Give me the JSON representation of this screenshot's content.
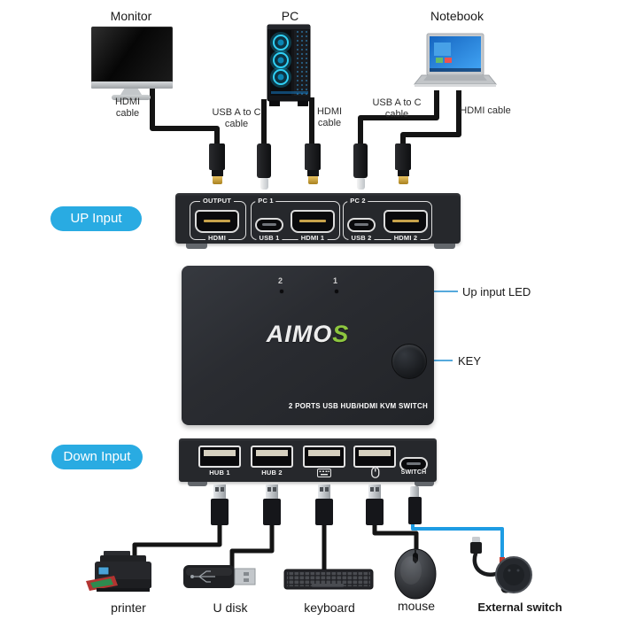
{
  "colors": {
    "badge_blue": "#29abe2",
    "callout_line_blue": "#55a9dc",
    "cable_blue": "#1e9ce3",
    "logo_green": "#8dc63f"
  },
  "top": {
    "devices": [
      {
        "label": "Monitor"
      },
      {
        "label": "PC"
      },
      {
        "label": "Notebook"
      }
    ],
    "cable_labels": [
      {
        "line1": "HDMI",
        "line2": "cable"
      },
      {
        "line1": "USB A to C",
        "line2": "cable"
      },
      {
        "line1": "HDMI",
        "line2": "cable"
      },
      {
        "line1": "USB A to C",
        "line2": "cable"
      },
      {
        "line1": "HDMI cable",
        "line2": ""
      }
    ]
  },
  "up_panel": {
    "badge": "UP Input",
    "output_group": {
      "top_label": "OUTPUT",
      "bottom_label": "HDMI"
    },
    "pc1_group": {
      "top_label": "PC 1",
      "usb_label": "USB 1",
      "hdmi_label": "HDMI 1"
    },
    "pc2_group": {
      "top_label": "PC 2",
      "usb_label": "USB 2",
      "hdmi_label": "HDMI 2"
    }
  },
  "kvm": {
    "led_2": "2",
    "led_1": "1",
    "logo_main": "AIMO",
    "logo_accent": "S",
    "caption": "2 PORTS USB HUB/HDMI KVM SWITCH",
    "callout_led": "Up input LED",
    "callout_key": "KEY"
  },
  "down_panel": {
    "badge": "Down Input",
    "hub1_label": "HUB 1",
    "hub2_label": "HUB 2",
    "switch_label": "SWITCH"
  },
  "bottom": {
    "devices": [
      {
        "label": "printer"
      },
      {
        "label": "U disk"
      },
      {
        "label": "keyboard"
      },
      {
        "label": "mouse"
      },
      {
        "label": "External switch"
      }
    ]
  }
}
